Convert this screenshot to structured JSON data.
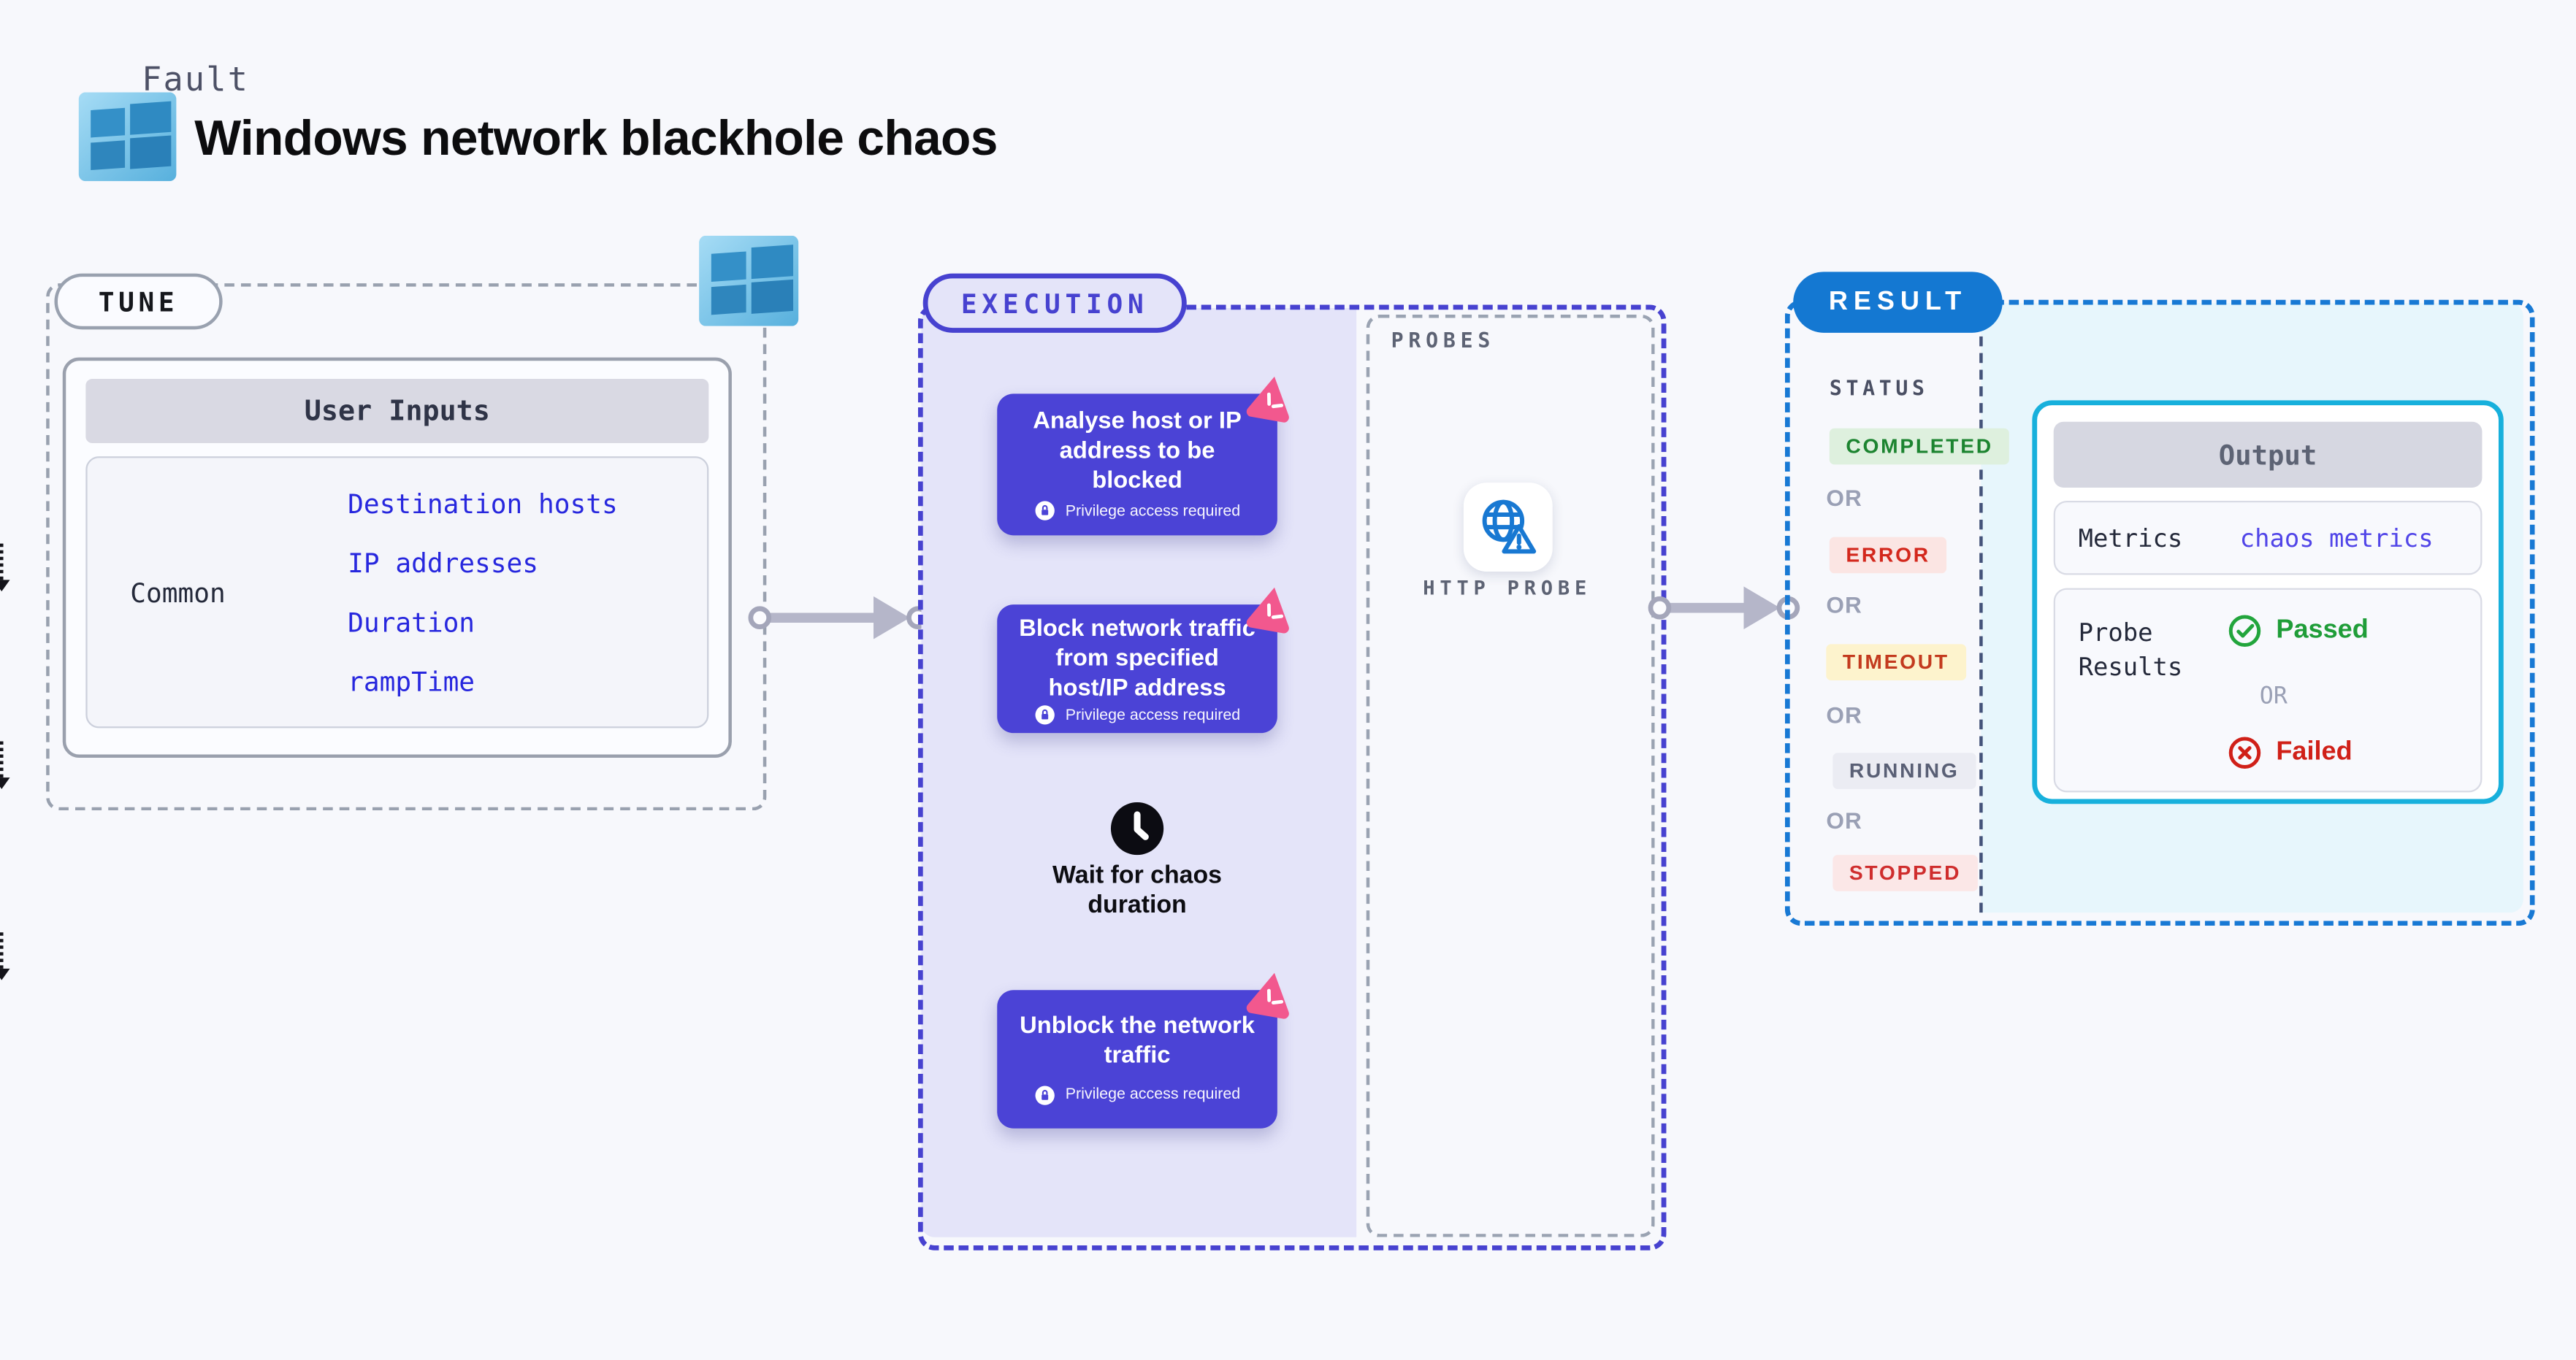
{
  "header": {
    "eyebrow": "Fault",
    "title": "Windows network blackhole chaos"
  },
  "tune": {
    "label": "TUNE",
    "table": {
      "title": "User Inputs",
      "row_label": "Common",
      "inputs": [
        "Destination hosts",
        "IP addresses",
        "Duration",
        "rampTime"
      ]
    }
  },
  "execution": {
    "label": "EXECUTION",
    "privilege_note": "Privilege access required",
    "steps": [
      {
        "title": "Analyse host or IP address to be blocked"
      },
      {
        "title": "Block network traffic from specified host/IP address"
      },
      {
        "title": "Unblock the network traffic"
      }
    ],
    "wait_label": "Wait for chaos duration"
  },
  "probes": {
    "label": "PROBES",
    "items": [
      {
        "label": "HTTP PROBE",
        "icon": "globe-alert-icon"
      }
    ]
  },
  "result": {
    "label": "RESULT",
    "status": {
      "title": "STATUS",
      "or": "OR",
      "items": [
        {
          "label": "COMPLETED",
          "fg": "#1c8430",
          "bg": "#def0de"
        },
        {
          "label": "ERROR",
          "fg": "#d3271c",
          "bg": "#fbe5e3"
        },
        {
          "label": "TIMEOUT",
          "fg": "#c33a1e",
          "bg": "#fdf3cd"
        },
        {
          "label": "RUNNING",
          "fg": "#595f75",
          "bg": "#ebecf3"
        },
        {
          "label": "STOPPED",
          "fg": "#cf2d2d",
          "bg": "#fbe7e7"
        }
      ]
    },
    "output": {
      "title": "Output",
      "metrics_label": "Metrics",
      "metrics_value": "chaos metrics",
      "probe_label": "Probe Results",
      "passed": "Passed",
      "or": "OR",
      "failed": "Failed"
    }
  },
  "colors": {
    "page_bg": "#f7f8fc",
    "tune_dash": "#99a1af",
    "exec_dash": "#4742d0",
    "exec_fill": "#e4e4f9",
    "card_indigo": "#4b43d6",
    "pink_badge": "#f2588e",
    "probes_dash": "#9aa3b2",
    "result_dash": "#1879d4",
    "result_pill_blue": "#1478d2",
    "cyan_border": "#17b0dc",
    "cyan_bg": "#e7f6fc",
    "link_blue": "#2727de",
    "value_indigo": "#5145e8",
    "passed_green": "#1f9d38",
    "failed_red": "#d02018",
    "connector_grey": "#b5b6c9",
    "windows_blue": "#3490c8",
    "probe_icon_blue": "#1878d2"
  }
}
